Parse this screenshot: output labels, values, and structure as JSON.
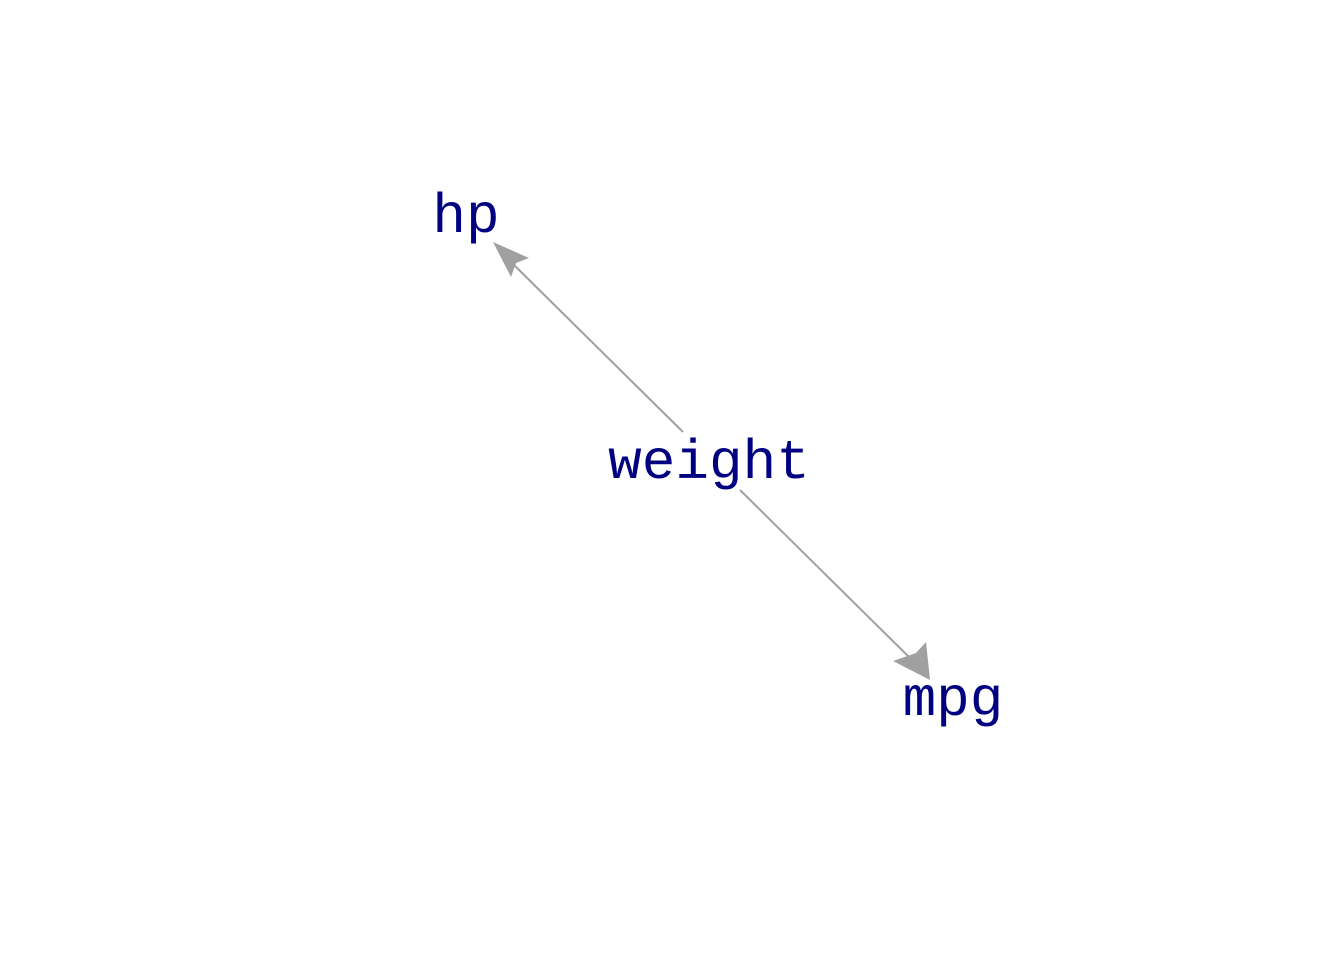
{
  "graph": {
    "nodes": [
      {
        "id": "hp",
        "label": "hp"
      },
      {
        "id": "weight",
        "label": "weight"
      },
      {
        "id": "mpg",
        "label": "mpg"
      }
    ],
    "edges": [
      {
        "from": "weight",
        "to": "hp"
      },
      {
        "from": "weight",
        "to": "mpg"
      }
    ],
    "colors": {
      "node_text": "#000080",
      "edge": "#a0a0a0",
      "background": "#ffffff"
    }
  }
}
